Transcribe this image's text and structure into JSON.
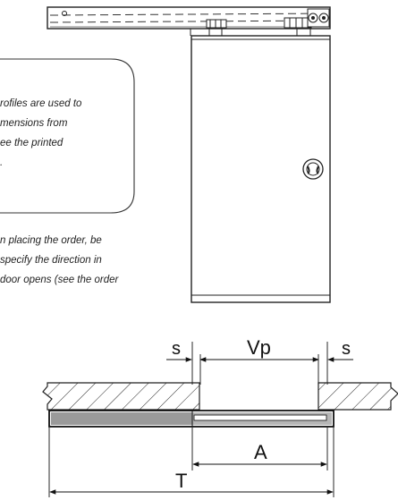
{
  "callout_lines": [
    "rofiles are used to",
    "mensions from",
    "ee the printed",
    "."
  ],
  "order_note_lines": [
    "n placing the order, be",
    " specify the direction in",
    "door opens (see the order"
  ],
  "dimensions": {
    "s_left": "s",
    "vp": "Vp",
    "s_right": "s",
    "a": "A",
    "t": "T"
  }
}
